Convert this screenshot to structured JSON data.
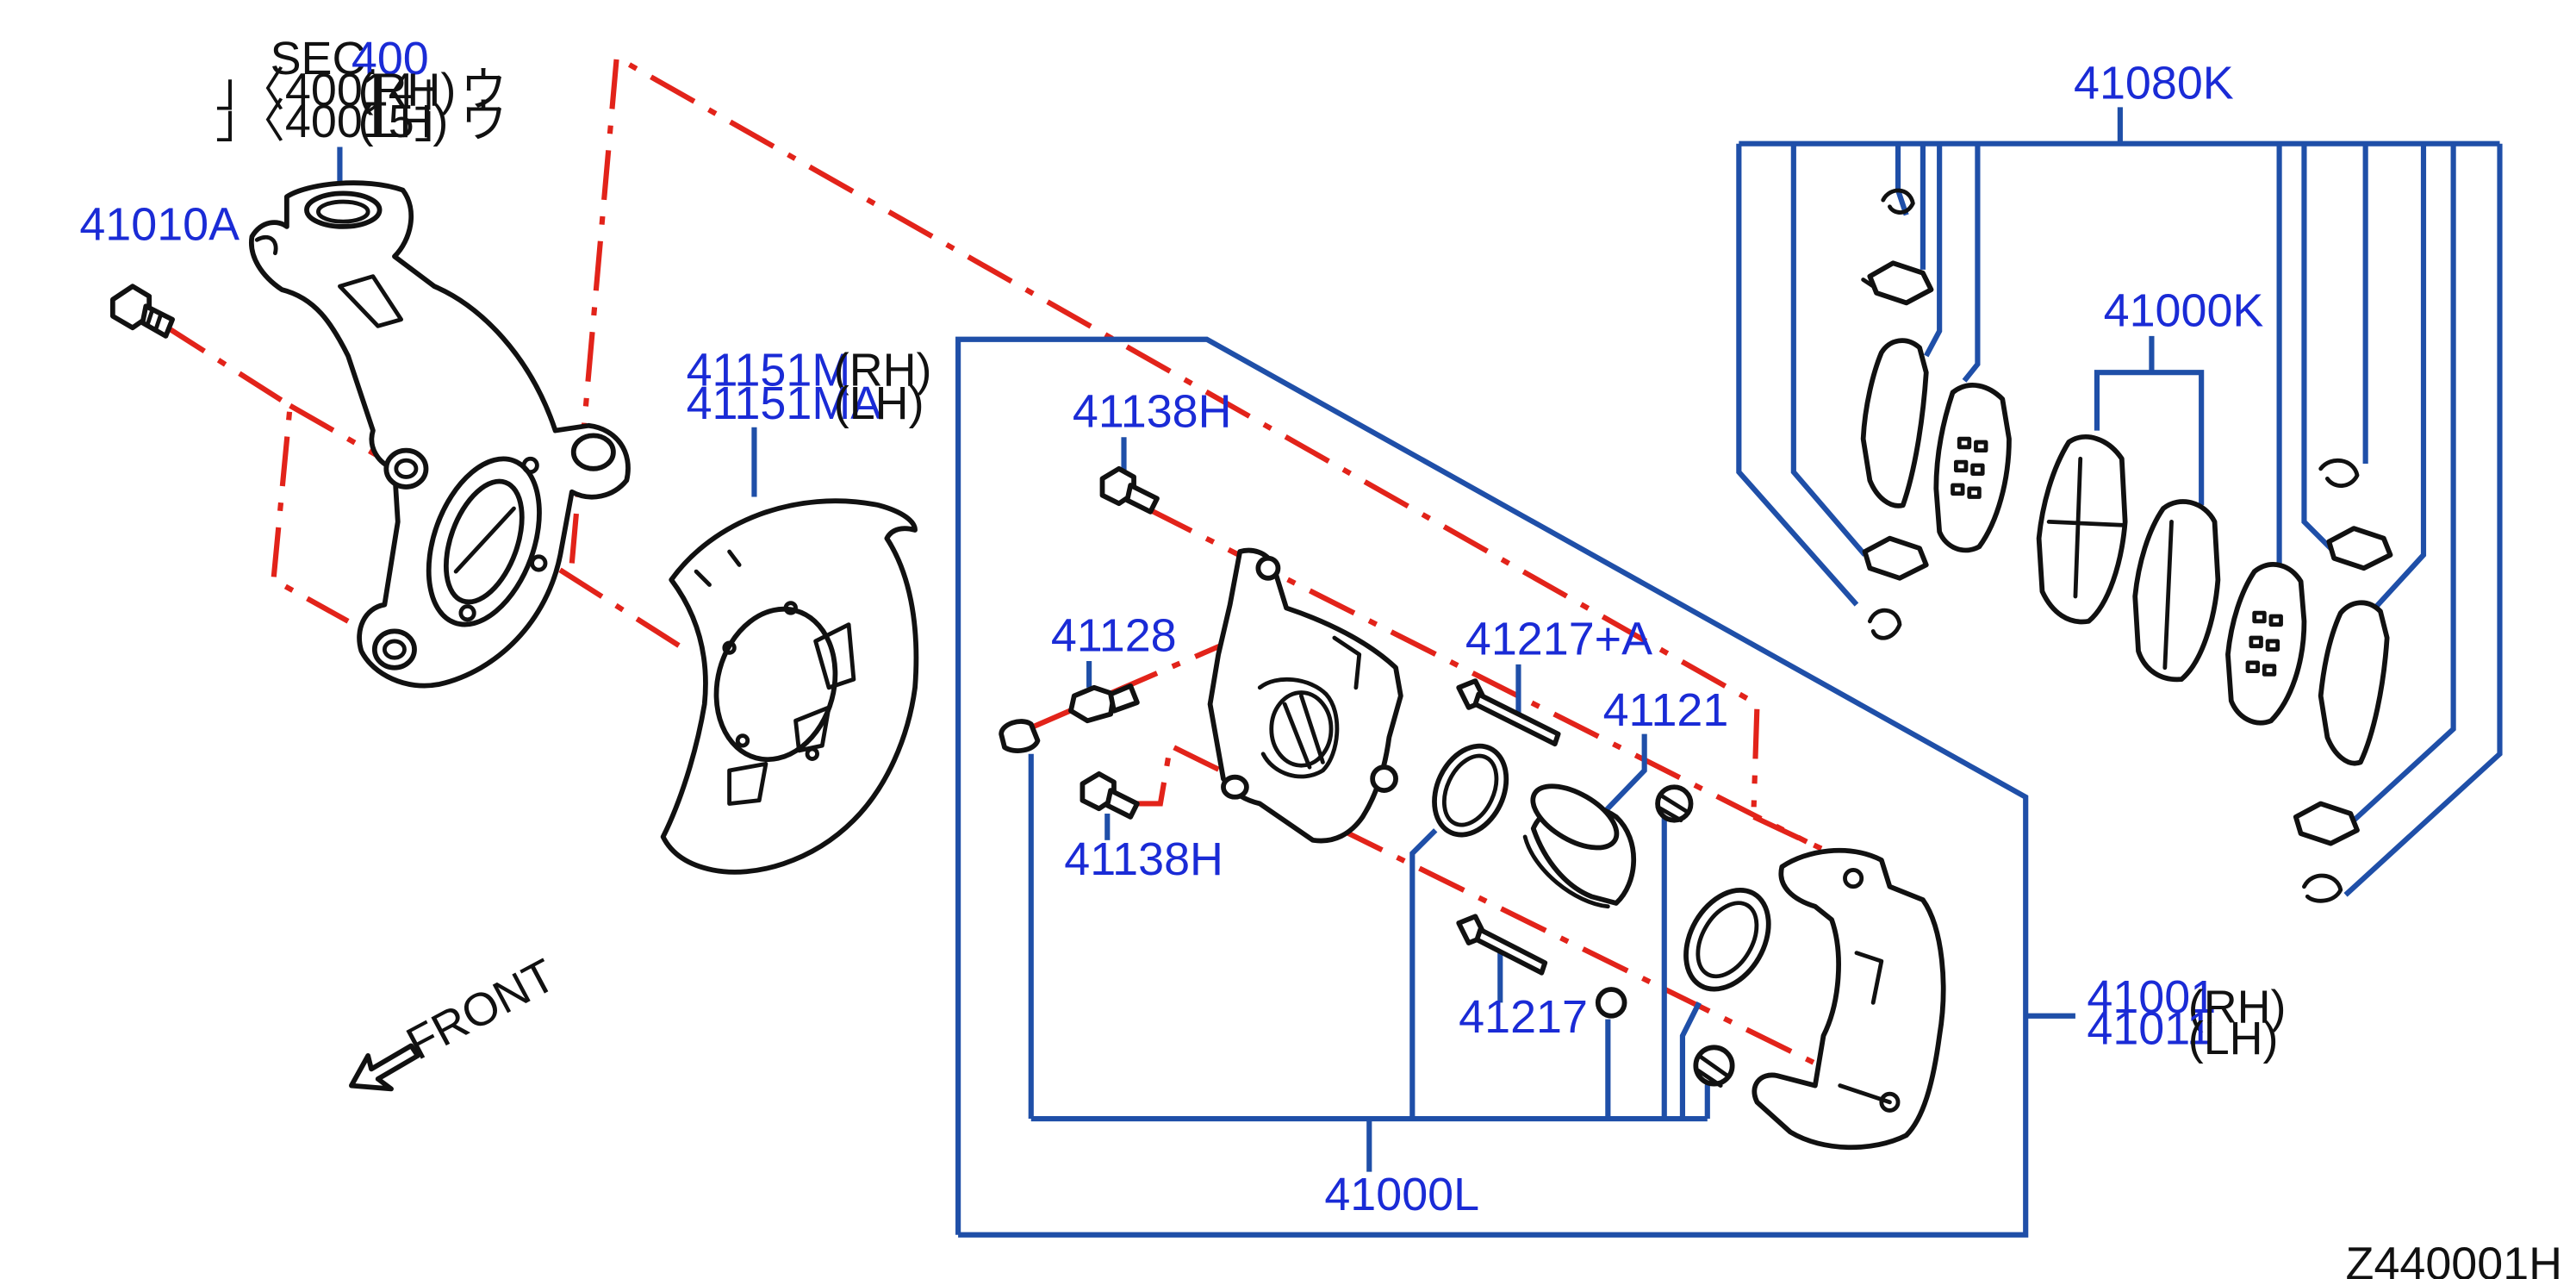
{
  "labels": {
    "sec": "SEC.",
    "sec_num": "400",
    "knuckle_rh": "」〈40014」ウ",
    "knuckle_rh_side": "(RH)",
    "knuckle_lh": "」〈40015」ウ",
    "knuckle_lh_side": "(LH)",
    "bolt": "41010A",
    "shield_rh": "41151M",
    "shield_rh_side": "(RH)",
    "shield_lh": "41151MA",
    "shield_lh_side": "(LH)",
    "pad_kit": "41080K",
    "pads": "41000K",
    "bolt_upper": "41138H",
    "pin_boot": "41128",
    "bolt_lower": "41138H",
    "pin_upper": "41217+A",
    "seal_kit_item": "41121",
    "pin_lower": "41217",
    "caliper_rh": "41001",
    "caliper_rh_side": "(RH)",
    "caliper_lh": "41011",
    "caliper_lh_side": "(LH)",
    "seal_kit": "41000L",
    "front": "FRONT",
    "diagram_id": "Z440001H"
  },
  "colors": {
    "part_label": "#1a2bd6",
    "leader_line": "#1f4fa8",
    "exploded_line": "#e2231a",
    "outline": "#111111"
  },
  "icons": {
    "front_arrow": "arrow-front-icon"
  }
}
